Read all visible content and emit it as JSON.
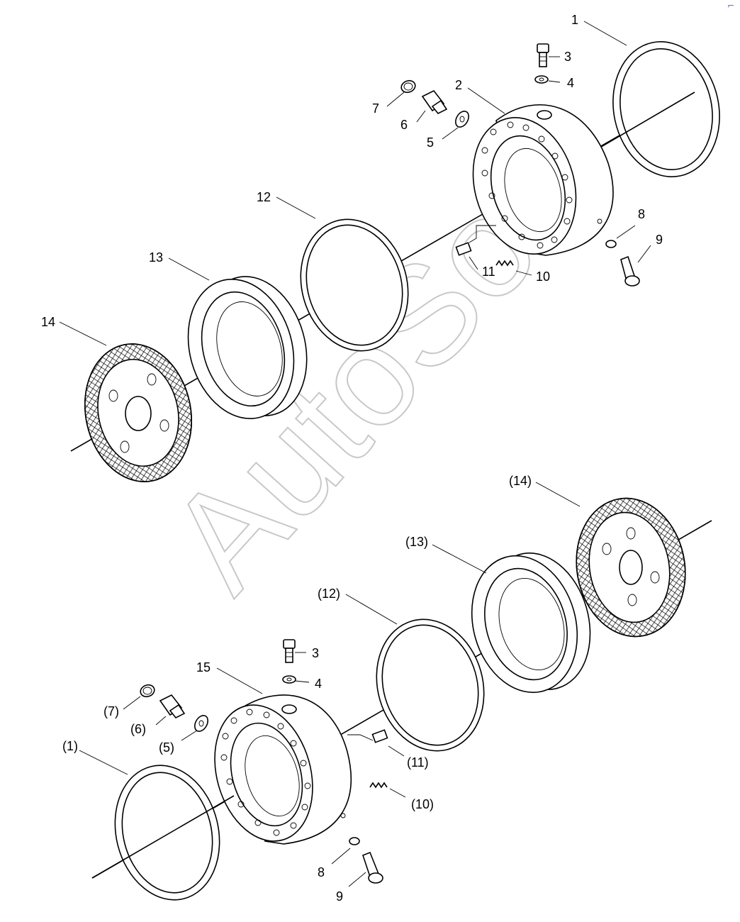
{
  "watermark": "AutoSoft",
  "callouts_top": {
    "c1": "1",
    "c2": "2",
    "c3": "3",
    "c4": "4",
    "c5": "5",
    "c6": "6",
    "c7": "7",
    "c8": "8",
    "c9": "9",
    "c10": "10",
    "c11": "11",
    "c12": "12",
    "c13": "13",
    "c14": "14"
  },
  "callouts_bottom": {
    "c1": "(1)",
    "c3": "3",
    "c4": "4",
    "c5": "(5)",
    "c6": "(6)",
    "c7": "(7)",
    "c8": "8",
    "c9": "9",
    "c10": "(10)",
    "c11": "(11)",
    "c12": "(12)",
    "c13": "(13)",
    "c14": "(14)",
    "c15": "15"
  },
  "colors": {
    "line": "#000000",
    "watermark": "#c8c8c8",
    "background": "#ffffff"
  }
}
